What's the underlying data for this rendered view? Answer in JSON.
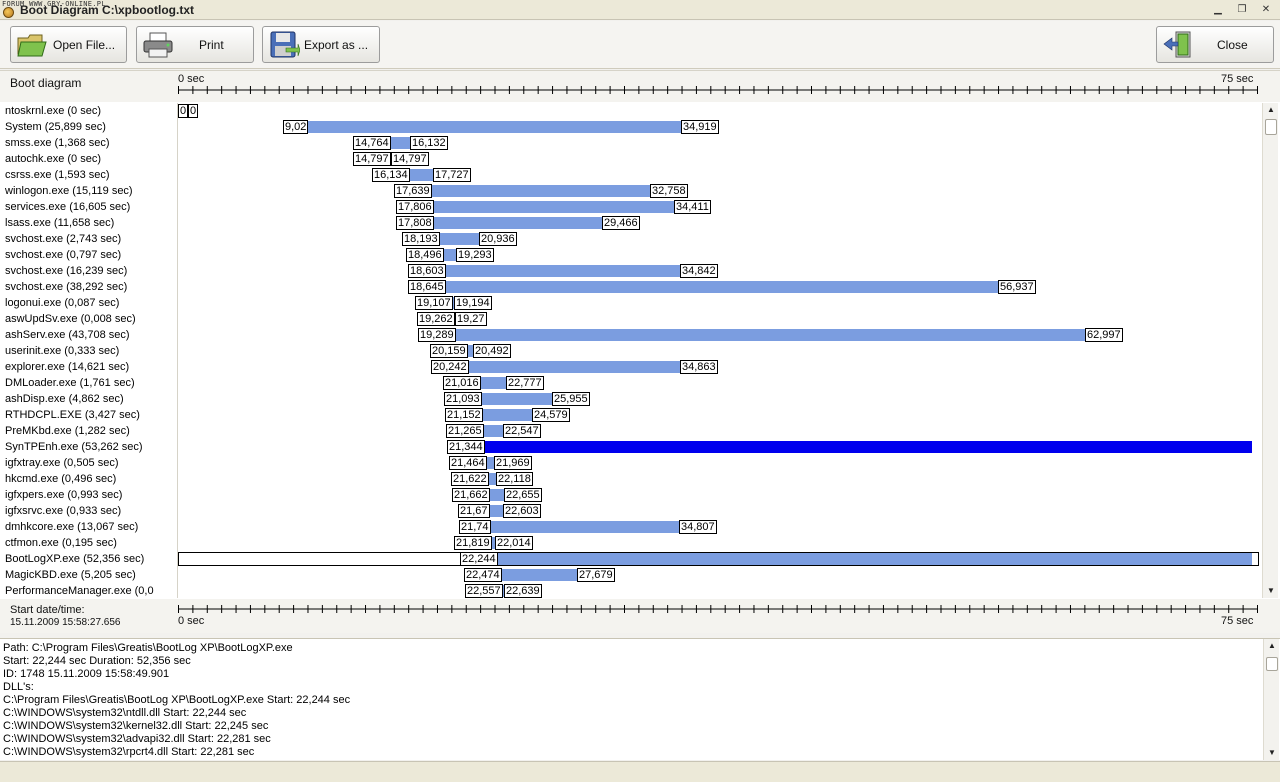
{
  "window": {
    "forum_watermark": "FORUM WWW.GRY-ONLINE.PL",
    "title": "Boot Diagram C:\\xpbootlog.txt",
    "minimize": "▁",
    "maximize": "❐",
    "close": "✕"
  },
  "toolbar": {
    "open_label": "Open File...",
    "print_label": "Print",
    "export_label": "Export as ...",
    "close_label": "Close"
  },
  "diagram": {
    "title": "Boot diagram",
    "axis_start": "0 sec",
    "axis_end": "75 sec",
    "axis_max_sec": 75,
    "start_label": "Start date/time:",
    "start_value": "15.11.2009 15:58:27.656",
    "bar_color": "#7b9de0",
    "selected_bar_color": "#0000ee",
    "rows": [
      {
        "label": "ntoskrnl.exe (0 sec)",
        "start": 0,
        "end": 0,
        "start_text": "0",
        "end_text": "0"
      },
      {
        "label": "System (25,899 sec)",
        "start": 9.02,
        "end": 34.919,
        "start_text": "9,02",
        "end_text": "34,919"
      },
      {
        "label": "smss.exe (1,368 sec)",
        "start": 14.764,
        "end": 16.132,
        "start_text": "14,764",
        "end_text": "16,132"
      },
      {
        "label": "autochk.exe (0 sec)",
        "start": 14.797,
        "end": 14.797,
        "start_text": "14,797",
        "end_text": "14,797"
      },
      {
        "label": "csrss.exe (1,593 sec)",
        "start": 16.134,
        "end": 17.727,
        "start_text": "16,134",
        "end_text": "17,727"
      },
      {
        "label": "winlogon.exe (15,119 sec)",
        "start": 17.639,
        "end": 32.758,
        "start_text": "17,639",
        "end_text": "32,758"
      },
      {
        "label": "services.exe (16,605 sec)",
        "start": 17.806,
        "end": 34.411,
        "start_text": "17,806",
        "end_text": "34,411"
      },
      {
        "label": "lsass.exe (11,658 sec)",
        "start": 17.808,
        "end": 29.466,
        "start_text": "17,808",
        "end_text": "29,466"
      },
      {
        "label": "svchost.exe (2,743 sec)",
        "start": 18.193,
        "end": 20.936,
        "start_text": "18,193",
        "end_text": "20,936"
      },
      {
        "label": "svchost.exe (0,797 sec)",
        "start": 18.496,
        "end": 19.293,
        "start_text": "18,496",
        "end_text": "19,293"
      },
      {
        "label": "svchost.exe (16,239 sec)",
        "start": 18.603,
        "end": 34.842,
        "start_text": "18,603",
        "end_text": "34,842"
      },
      {
        "label": "svchost.exe (38,292 sec)",
        "start": 18.645,
        "end": 56.937,
        "start_text": "18,645",
        "end_text": "56,937"
      },
      {
        "label": "logonui.exe (0,087 sec)",
        "start": 19.107,
        "end": 19.194,
        "start_text": "19,107",
        "end_text": "19,194"
      },
      {
        "label": "aswUpdSv.exe (0,008 sec)",
        "start": 19.262,
        "end": 19.27,
        "start_text": "19,262",
        "end_text": "19,27"
      },
      {
        "label": "ashServ.exe (43,708 sec)",
        "start": 19.289,
        "end": 62.997,
        "start_text": "19,289",
        "end_text": "62,997"
      },
      {
        "label": "userinit.exe (0,333 sec)",
        "start": 20.159,
        "end": 20.492,
        "start_text": "20,159",
        "end_text": "20,492"
      },
      {
        "label": "explorer.exe (14,621 sec)",
        "start": 20.242,
        "end": 34.863,
        "start_text": "20,242",
        "end_text": "34,863"
      },
      {
        "label": "DMLoader.exe (1,761 sec)",
        "start": 21.016,
        "end": 22.777,
        "start_text": "21,016",
        "end_text": "22,777"
      },
      {
        "label": "ashDisp.exe (4,862 sec)",
        "start": 21.093,
        "end": 25.955,
        "start_text": "21,093",
        "end_text": "25,955"
      },
      {
        "label": "RTHDCPL.EXE (3,427 sec)",
        "start": 21.152,
        "end": 24.579,
        "start_text": "21,152",
        "end_text": "24,579"
      },
      {
        "label": "PreMKbd.exe (1,282 sec)",
        "start": 21.265,
        "end": 22.547,
        "start_text": "21,265",
        "end_text": "22,547"
      },
      {
        "label": "SynTPEnh.exe (53,262 sec)",
        "start": 21.344,
        "end": 74.606,
        "start_text": "21,344",
        "end_text": "",
        "highlight": true
      },
      {
        "label": "igfxtray.exe (0,505 sec)",
        "start": 21.464,
        "end": 21.969,
        "start_text": "21,464",
        "end_text": "21,969"
      },
      {
        "label": "hkcmd.exe (0,496 sec)",
        "start": 21.622,
        "end": 22.118,
        "start_text": "21,622",
        "end_text": "22,118"
      },
      {
        "label": "igfxpers.exe (0,993 sec)",
        "start": 21.662,
        "end": 22.655,
        "start_text": "21,662",
        "end_text": "22,655"
      },
      {
        "label": "igfxsrvc.exe (0,933 sec)",
        "start": 21.67,
        "end": 22.603,
        "start_text": "21,67",
        "end_text": "22,603"
      },
      {
        "label": "dmhkcore.exe (13,067 sec)",
        "start": 21.74,
        "end": 34.807,
        "start_text": "21,74",
        "end_text": "34,807"
      },
      {
        "label": "ctfmon.exe (0,195 sec)",
        "start": 21.819,
        "end": 22.014,
        "start_text": "21,819",
        "end_text": "22,014"
      },
      {
        "label": "BootLogXP.exe (52,356 sec)",
        "start": 22.244,
        "end": 74.6,
        "start_text": "22,244",
        "end_text": "",
        "selected": true
      },
      {
        "label": "MagicKBD.exe (5,205 sec)",
        "start": 22.474,
        "end": 27.679,
        "start_text": "22,474",
        "end_text": "27,679"
      },
      {
        "label": "PerformanceManager.exe (0,0",
        "start": 22.557,
        "end": 22.639,
        "start_text": "22,557",
        "end_text": "22,639"
      }
    ]
  },
  "info": {
    "lines": [
      "Path: C:\\Program Files\\Greatis\\BootLog XP\\BootLogXP.exe",
      "Start: 22,244 sec Duration: 52,356 sec",
      "ID: 1748  15.11.2009  15:58:49.901",
      "DLL's:",
      "C:\\Program Files\\Greatis\\BootLog XP\\BootLogXP.exe Start: 22,244 sec",
      "C:\\WINDOWS\\system32\\ntdll.dll Start: 22,244 sec",
      "C:\\WINDOWS\\system32\\kernel32.dll Start: 22,245 sec",
      "C:\\WINDOWS\\system32\\advapi32.dll Start: 22,281 sec",
      "C:\\WINDOWS\\system32\\rpcrt4.dll Start: 22,281 sec"
    ]
  },
  "scroll": {
    "up": "▲",
    "down": "▼"
  }
}
